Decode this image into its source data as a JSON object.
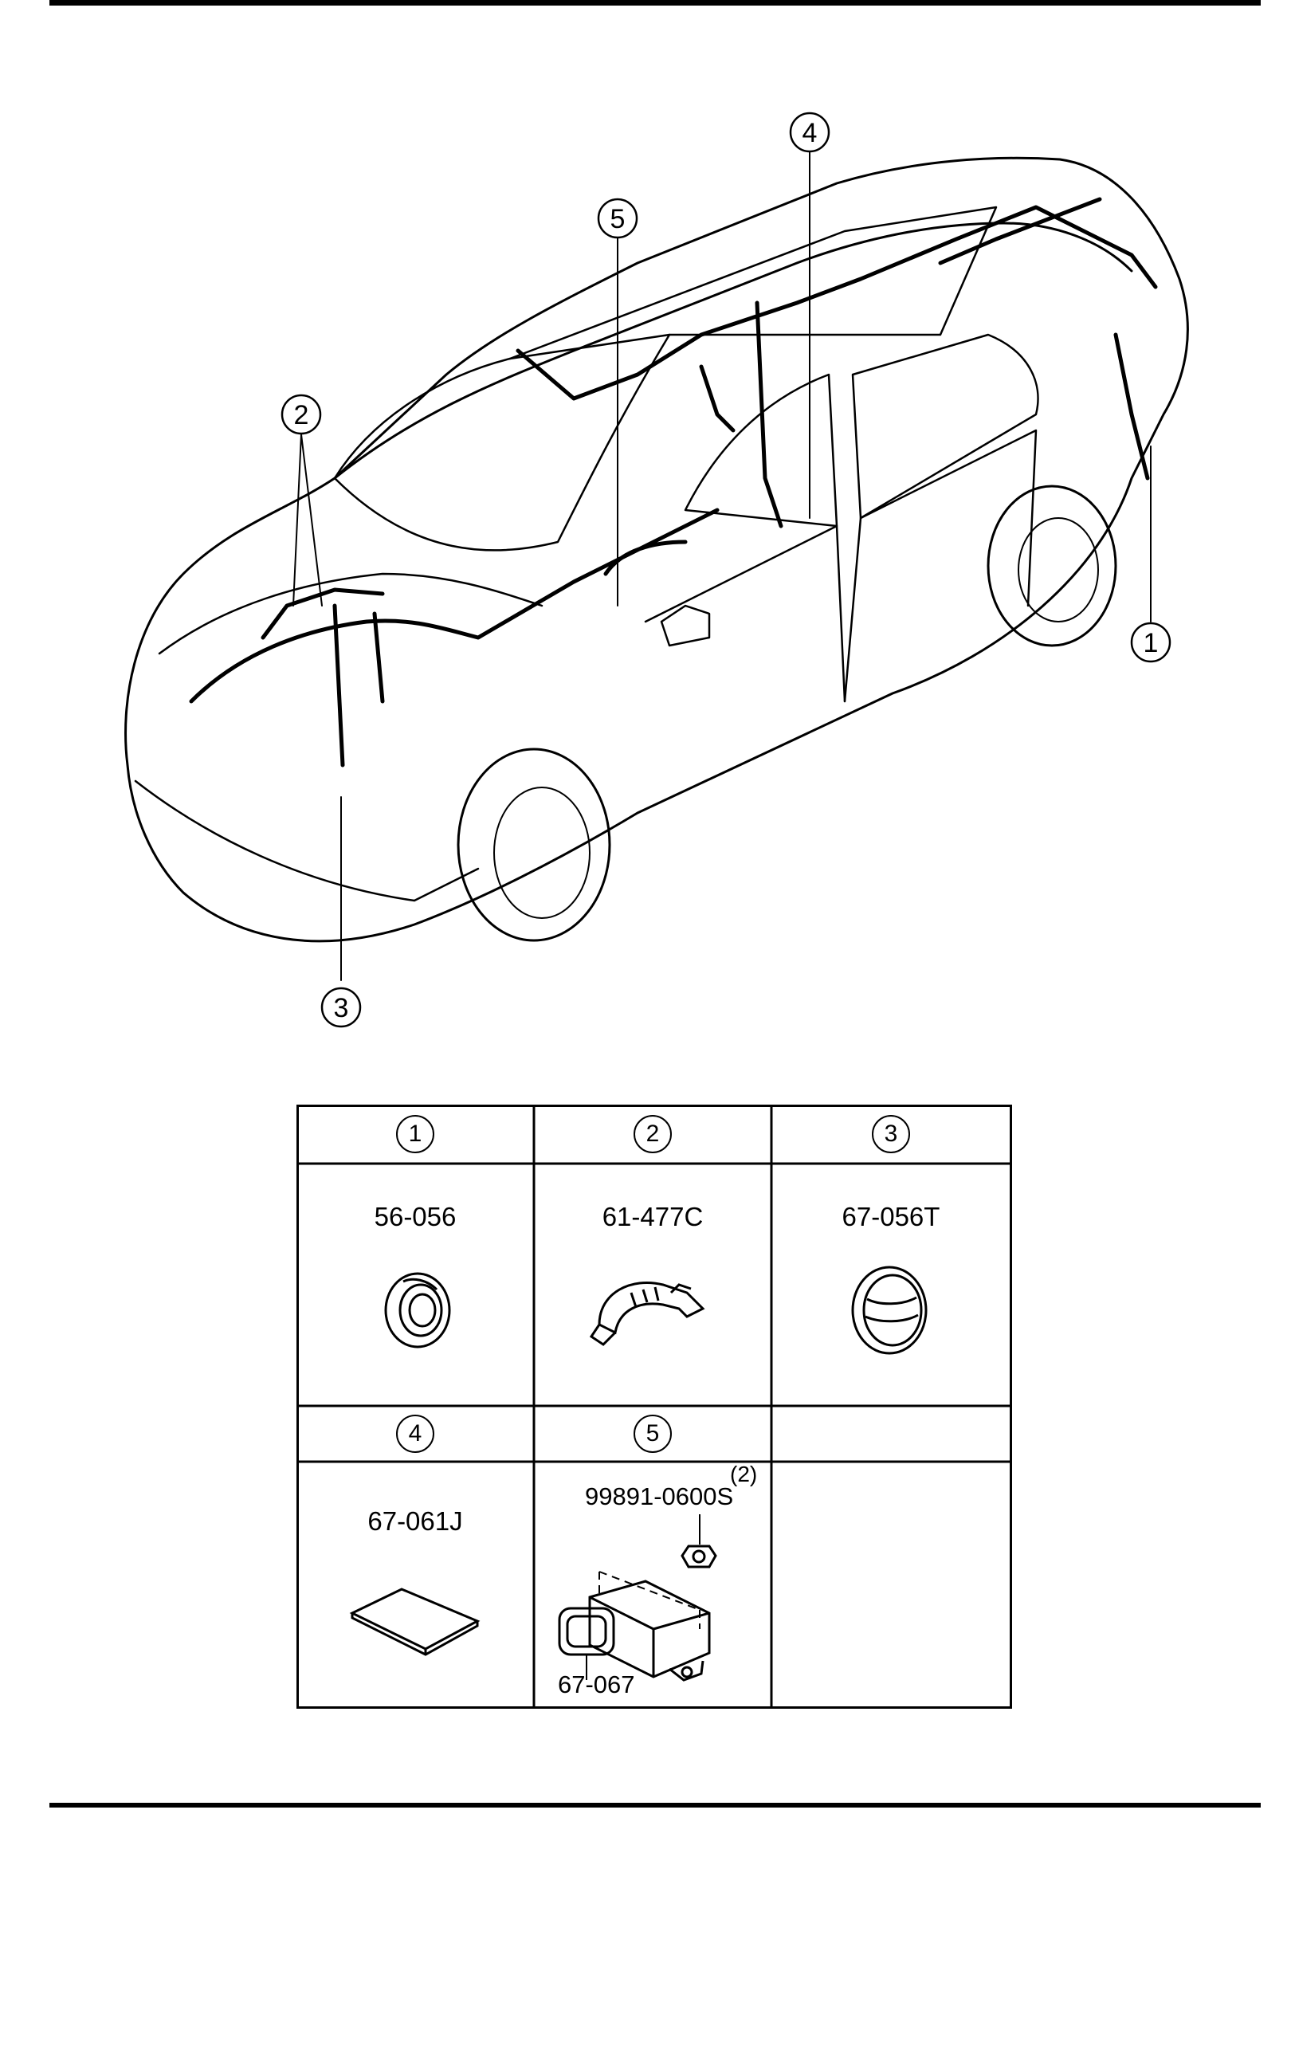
{
  "diagram": {
    "callouts": [
      {
        "id": "1",
        "label": "1"
      },
      {
        "id": "2",
        "label": "2"
      },
      {
        "id": "3",
        "label": "3"
      },
      {
        "id": "4",
        "label": "4"
      },
      {
        "id": "5",
        "label": "5"
      }
    ]
  },
  "table": {
    "headers": [
      "1",
      "2",
      "3",
      "4",
      "5",
      ""
    ],
    "cells": [
      {
        "part": "56-056",
        "icon": "grommet-icon"
      },
      {
        "part": "61-477C",
        "icon": "clip-icon"
      },
      {
        "part": "67-056T",
        "icon": "plug-grommet-icon"
      },
      {
        "part": "67-061J",
        "icon": "tape-pad-icon"
      },
      {
        "part": "67-067",
        "icon": "sensor-module-icon",
        "sub_part": "99891-0600S",
        "sub_qty": "(2)"
      }
    ]
  }
}
